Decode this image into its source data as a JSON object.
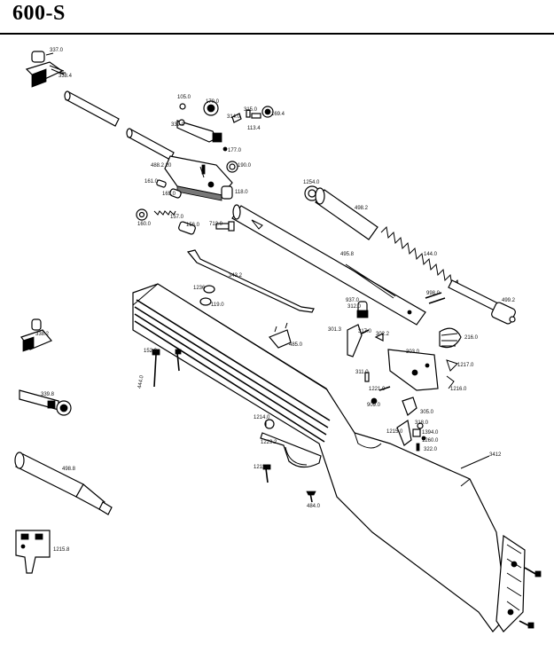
{
  "header": {
    "title": "600-S"
  },
  "parts": [
    {
      "id": "p3370",
      "label": "337.0"
    },
    {
      "id": "p3384",
      "label": "338.4"
    },
    {
      "id": "p1050",
      "label": "105.0"
    },
    {
      "id": "p1700",
      "label": "170.0"
    },
    {
      "id": "p3390",
      "label": "339.0"
    },
    {
      "id": "p3140",
      "label": "314.0"
    },
    {
      "id": "p3150",
      "label": "315.0"
    },
    {
      "id": "p1134",
      "label": "113.4"
    },
    {
      "id": "p1694",
      "label": "169.4"
    },
    {
      "id": "p1770",
      "label": "177.0"
    },
    {
      "id": "p4882",
      "label": "488.2 20"
    },
    {
      "id": "p1900",
      "label": "190.0"
    },
    {
      "id": "p1610",
      "label": "161.0"
    },
    {
      "id": "p1650",
      "label": "165.0"
    },
    {
      "id": "p1180",
      "label": "118.0"
    },
    {
      "id": "p1570",
      "label": "157.0"
    },
    {
      "id": "p1600",
      "label": "160.0"
    },
    {
      "id": "p1560",
      "label": "156.0"
    },
    {
      "id": "p7120",
      "label": "712.0"
    },
    {
      "id": "p12540",
      "label": "1254.0"
    },
    {
      "id": "p4982",
      "label": "498.2"
    },
    {
      "id": "p4958",
      "label": "495.8"
    },
    {
      "id": "p1440",
      "label": "144.0"
    },
    {
      "id": "p3432",
      "label": "343.2"
    },
    {
      "id": "p1236",
      "label": "1236"
    },
    {
      "id": "p1190",
      "label": "119.0"
    },
    {
      "id": "p9980",
      "label": "998.0"
    },
    {
      "id": "p4992",
      "label": "499.2"
    },
    {
      "id": "p9370",
      "label": "937.0"
    },
    {
      "id": "p3120",
      "label": "312.0"
    },
    {
      "id": "p3382",
      "label": "338.2"
    },
    {
      "id": "p3013",
      "label": "301.3"
    },
    {
      "id": "p3170",
      "label": "317.0"
    },
    {
      "id": "p3022",
      "label": "302.2"
    },
    {
      "id": "p2160",
      "label": "216.0"
    },
    {
      "id": "p4850",
      "label": "485.0"
    },
    {
      "id": "p1520",
      "label": "152.0"
    },
    {
      "id": "p3030",
      "label": "303.0"
    },
    {
      "id": "p12170",
      "label": "1217.0"
    },
    {
      "id": "p3110",
      "label": "311.0"
    },
    {
      "id": "p12160",
      "label": "1216.0"
    },
    {
      "id": "p3398",
      "label": "339.8"
    },
    {
      "id": "p4440",
      "label": "444.0"
    },
    {
      "id": "p12210",
      "label": "1221.0"
    },
    {
      "id": "p9090",
      "label": "909.0"
    },
    {
      "id": "p3050",
      "label": "305.0"
    },
    {
      "id": "p12140",
      "label": "1214.0"
    },
    {
      "id": "p12150",
      "label": "1215.0"
    },
    {
      "id": "p3180",
      "label": "318.0"
    },
    {
      "id": "p13940",
      "label": "1394.0"
    },
    {
      "id": "p12600",
      "label": "1260.0"
    },
    {
      "id": "p3220",
      "label": "322.0"
    },
    {
      "id": "p12292",
      "label": "1229.2"
    },
    {
      "id": "p3412",
      "label": "3412"
    },
    {
      "id": "p4988",
      "label": "498.8"
    },
    {
      "id": "p12110",
      "label": "1211.0"
    },
    {
      "id": "p4840",
      "label": "484.0"
    },
    {
      "id": "p12158",
      "label": "1215.8"
    }
  ]
}
